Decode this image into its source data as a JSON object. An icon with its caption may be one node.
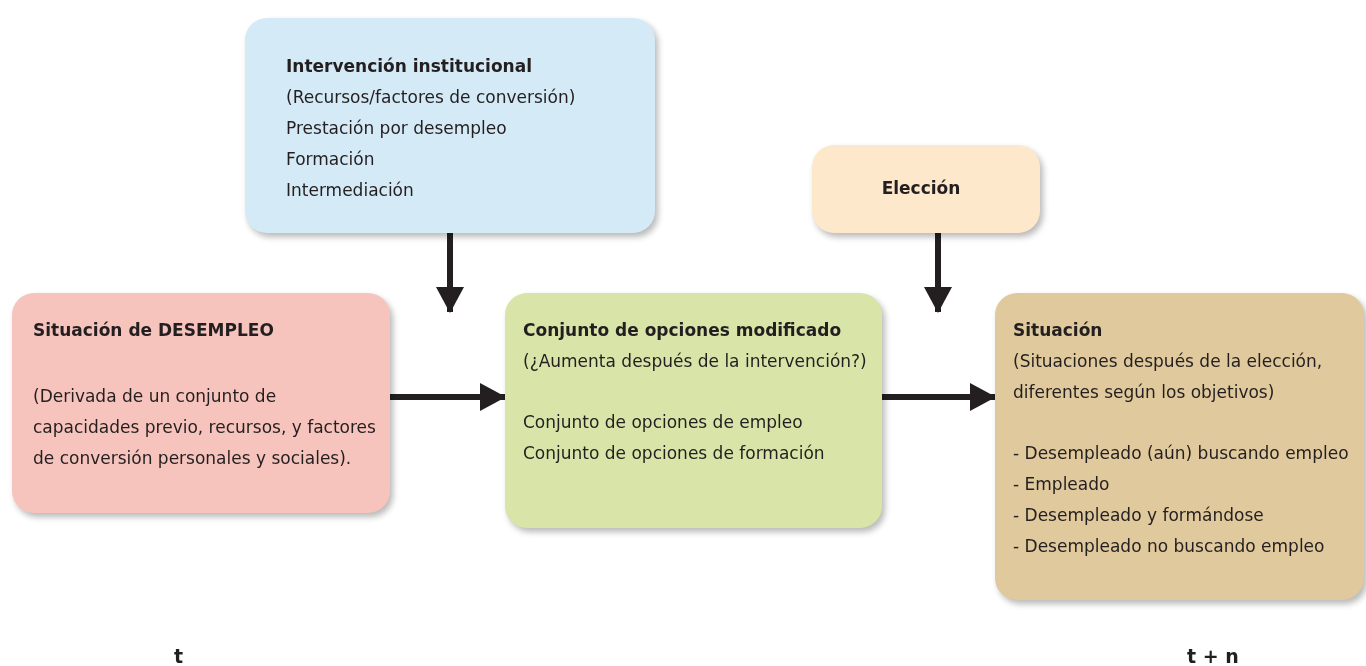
{
  "diagram": {
    "nodes": [
      {
        "text": [
          "Intervención institucional",
          "(Recursos/factores de conversión)",
          "Prestación por desempleo",
          "Formación",
          "Intermediación"
        ]
      },
      {
        "text": [
          "Elección"
        ]
      },
      {
        "text": [
          "Situación de DESEMPLEO",
          "(Derivada de un conjunto de capacidades previo, recursos, y factores de conversión personales y sociales)."
        ]
      },
      {
        "text": [
          "Conjunto de opciones modificado",
          "(¿Aumenta después de la intervención?)",
          "Conjunto de opciones de empleo",
          "Conjunto de opciones de formación"
        ]
      },
      {
        "text": [
          "Situación",
          "(Situaciones después de la elección, diferentes según los objetivos)",
          "- Desempleado (aún) buscando empleo",
          "- Empleado",
          "- Desempleado y formándose",
          "- Desempleado no buscando empleo"
        ]
      }
    ],
    "edges": [
      {
        "from": 0,
        "to": null,
        "arrow": "to"
      },
      {
        "from": 1,
        "to": null,
        "arrow": "to"
      },
      {
        "from": 2,
        "to": 3,
        "arrow": "to"
      },
      {
        "from": 3,
        "to": 4,
        "arrow": "to"
      }
    ],
    "labels": [
      "t",
      "t + n"
    ]
  }
}
